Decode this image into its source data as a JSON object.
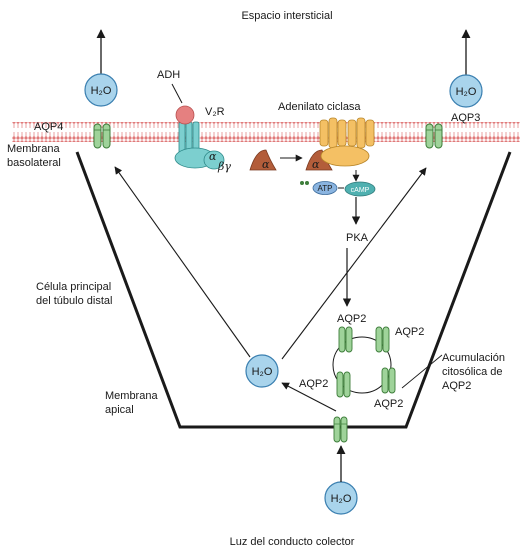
{
  "labels": {
    "top_space": "Espacio intersticial",
    "bottom_space": "Luz del conducto colector",
    "adh": "ADH",
    "v2r": "V₂R",
    "adenylate": "Adenilato ciclasa",
    "aqp4": "AQP4",
    "aqp3": "AQP3",
    "basolateral": [
      "Membrana",
      "basolateral"
    ],
    "cell": [
      "Célula principal",
      "del túbulo distal"
    ],
    "apical": [
      "Membrana",
      "apical"
    ],
    "pka": "PKA",
    "atp": "ATP",
    "camp": "cAMP",
    "alpha": "α",
    "beta_gamma": "βγ",
    "aqp2_top": "AQP2",
    "aqp2_right": "AQP2",
    "aqp2_left": "AQP2",
    "aqp2_bottom_right": "AQP2",
    "accumulation": [
      "Acumulación",
      "citosólica de",
      "AQP2"
    ],
    "water": "H₂O"
  },
  "colors": {
    "membrane": "#e07a7a",
    "water_fill": "#a9d4ec",
    "water_stroke": "#3a7fb0",
    "aqp_fill": "#9fd39a",
    "aqp_stroke": "#3d7d3a",
    "receptor": "#7ccfcf",
    "adh": "#e58080",
    "cyclase": "#f4c064",
    "g_alpha": "#b35d3a",
    "atp": "#8ab4e0",
    "camp": "#4fb0b0"
  }
}
